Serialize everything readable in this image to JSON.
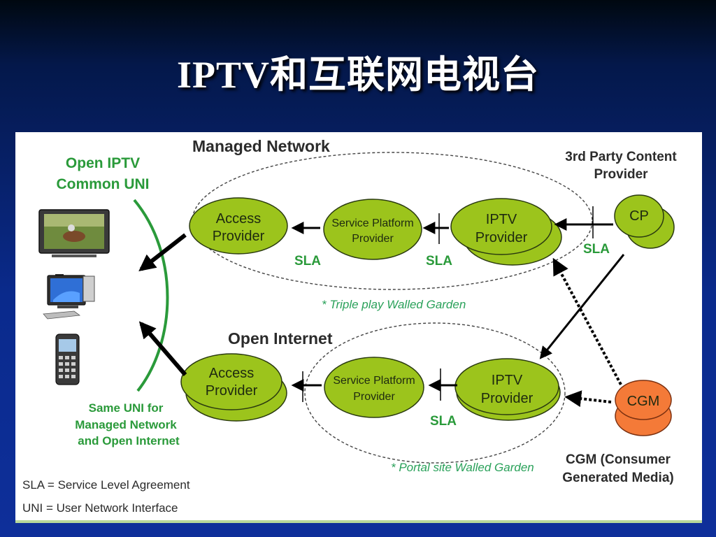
{
  "slide": {
    "title": "IPTV和互联网电视台"
  },
  "diagram": {
    "managed_network_label": "Managed Network",
    "open_internet_label": "Open Internet",
    "open_iptv_uni": [
      "Open IPTV",
      "Common UNI"
    ],
    "same_uni_note": [
      "Same UNI for",
      "Managed Network",
      "and Open Internet"
    ],
    "third_party": [
      "3rd Party Content",
      "Provider"
    ],
    "cgm_caption": [
      "CGM (Consumer",
      "Generated Media)"
    ],
    "walled_garden_managed": "* Triple play Walled Garden",
    "walled_garden_portal": "* Portal site Walled Garden",
    "sla": "SLA",
    "nodes": {
      "access_managed": [
        "Access",
        "Provider"
      ],
      "service_managed": [
        "Service Platform",
        "Provider"
      ],
      "iptv_managed": [
        "IPTV",
        "Provider"
      ],
      "cp": "CP",
      "access_open": [
        "Access",
        "Provider"
      ],
      "service_open": [
        "Service Platform",
        "Provider"
      ],
      "iptv_open": [
        "IPTV",
        "Provider"
      ],
      "cgm": "CGM"
    },
    "legend": [
      "SLA = Service Level Agreement",
      "UNI = User Network Interface"
    ],
    "colors": {
      "node_green": "#9cc41c",
      "node_stroke": "#2a3a10",
      "cgm_orange": "#f47a38",
      "label_green": "#2a9a3a"
    },
    "devices": [
      "tv-icon",
      "desktop-pc-icon",
      "mobile-phone-icon"
    ]
  }
}
